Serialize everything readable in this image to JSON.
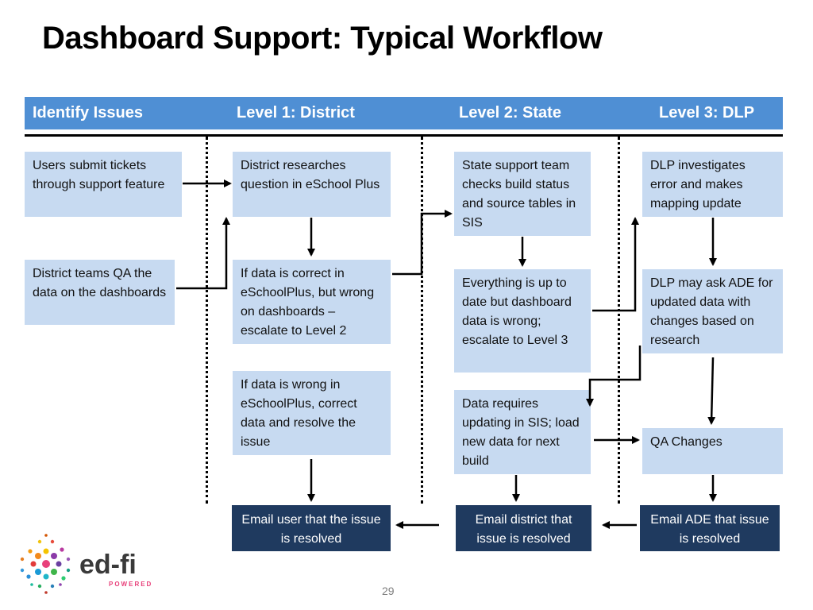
{
  "title": "Dashboard Support: Typical Workflow",
  "columns": [
    "Identify Issues",
    "Level 1: District",
    "Level 2: State",
    "Level 3: DLP"
  ],
  "boxes": {
    "users_submit": "Users submit tickets through support feature",
    "district_qa": "District teams QA the data on the dashboards",
    "district_researches": "District researches question in eSchool Plus",
    "data_correct": "If data is correct in eSchoolPlus, but wrong on dashboards – escalate to Level 2",
    "data_wrong": "If data  is wrong in eSchoolPlus, correct data and resolve the issue",
    "state_support": "State support team checks build status and source tables in SIS",
    "up_to_date": "Everything is up to date but dashboard data is wrong; escalate to Level 3",
    "requires_updating": "Data requires updating in SIS; load new data for next build",
    "dlp_investigates": "DLP investigates error and makes mapping update",
    "dlp_ask_ade": "DLP may ask ADE for updated data with changes based on research",
    "qa_changes": "QA Changes",
    "email_user": "Email user that the issue is resolved",
    "email_district": "Email district that issue is resolved",
    "email_ade": "Email ADE that issue is resolved"
  },
  "logo": {
    "wordmark": "ed-fi",
    "tagline": "POWERED"
  },
  "page_number": "29",
  "colors": {
    "header": "#4f8fd4",
    "box": "#c7daf1",
    "dark_box": "#1f3a5f"
  }
}
